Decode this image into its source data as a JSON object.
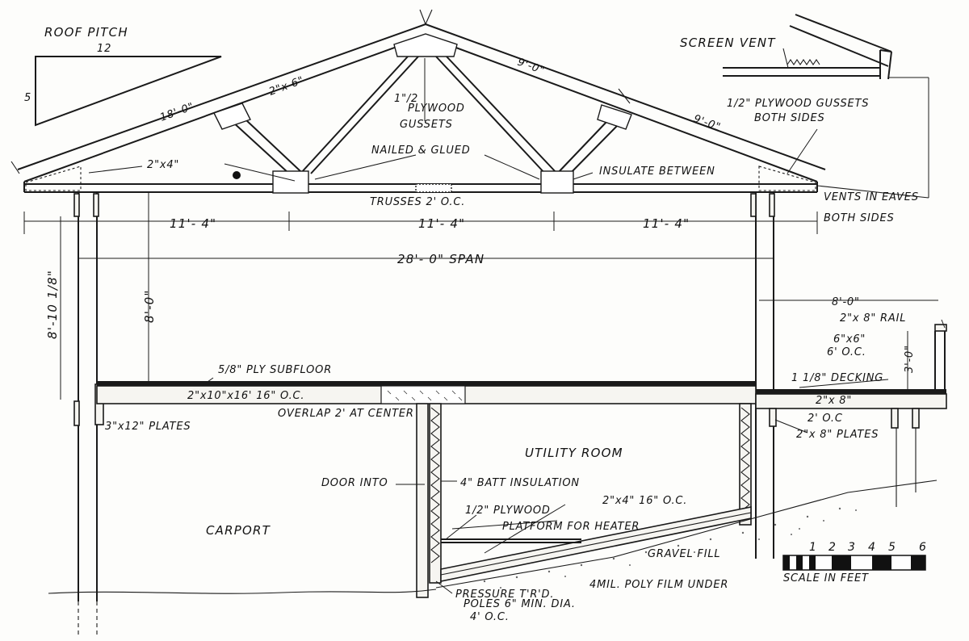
{
  "labels": {
    "roof_pitch": "ROOF PITCH",
    "pitch_run": "12",
    "pitch_rise": "5",
    "rafter_length": "18'-0\"",
    "top_chord": "2\"x 6\"",
    "half_rafter_upper": "9'-0\"",
    "half_rafter_lower": "9'-0\"",
    "plywood_gussets_center_frac": "1\"/2",
    "plywood_gussets_center_1": "PLYWOOD",
    "plywood_gussets_center_2": "GUSSETS",
    "nailed_glued": "NAILED & GLUED",
    "web_size": "2\"x4\"",
    "insulate_between": "INSULATE BETWEEN",
    "trusses_spacing": "TRUSSES 2' O.C.",
    "screen_vent": "SCREEN VENT",
    "plywood_gussets_both_1": "1/2\" PLYWOOD GUSSETS",
    "plywood_gussets_both_2": "BOTH SIDES",
    "vents_in_eaves": "VENTS IN EAVES",
    "both_sides": "BOTH SIDES",
    "dim_left": "11'- 4\"",
    "dim_mid": "11'- 4\"",
    "dim_right": "11'- 4\"",
    "span": "28'- 0\" SPAN",
    "post_height": "8'-10 1/8\"",
    "ceiling_height": "8'-0\"",
    "deck_width": "8'-0\"",
    "rail": "2\"x 8\" RAIL",
    "post_size_1": "6\"x6\"",
    "post_size_2": "6' O.C.",
    "rail_height": "3'-0\"",
    "decking": "1 1/8\" DECKING",
    "deck_joist_1": "2\"x 8\"",
    "deck_joist_2": "2' O.C",
    "deck_plates": "2\"x 8\" PLATES",
    "ply_subfloor": "5/8\" PLY SUBFLOOR",
    "floor_joists": "2\"x10\"x16'  16\" O.C.",
    "overlap": "OVERLAP 2' AT CENTER",
    "plates": "3\"x12\" PLATES",
    "utility_room": "UTILITY ROOM",
    "door_into": "DOOR INTO",
    "batt": "4\" BATT INSULATION",
    "plywood_half": "1/2\" PLYWOOD",
    "studs": "2\"x4\" 16\" O.C.",
    "platform": "PLATFORM FOR HEATER",
    "carport": "CARPORT",
    "gravel_fill": "GRAVEL FILL",
    "poly_film": "4MIL. POLY FILM UNDER",
    "pressure_1": "PRESSURE T'R'D.",
    "pressure_2": "POLES 6\" MIN. DIA.",
    "pressure_3": "4' O.C.",
    "scale_in_feet": "SCALE IN FEET"
  },
  "scale_numbers": [
    "1",
    "2",
    "3",
    "4",
    "5",
    "6"
  ]
}
